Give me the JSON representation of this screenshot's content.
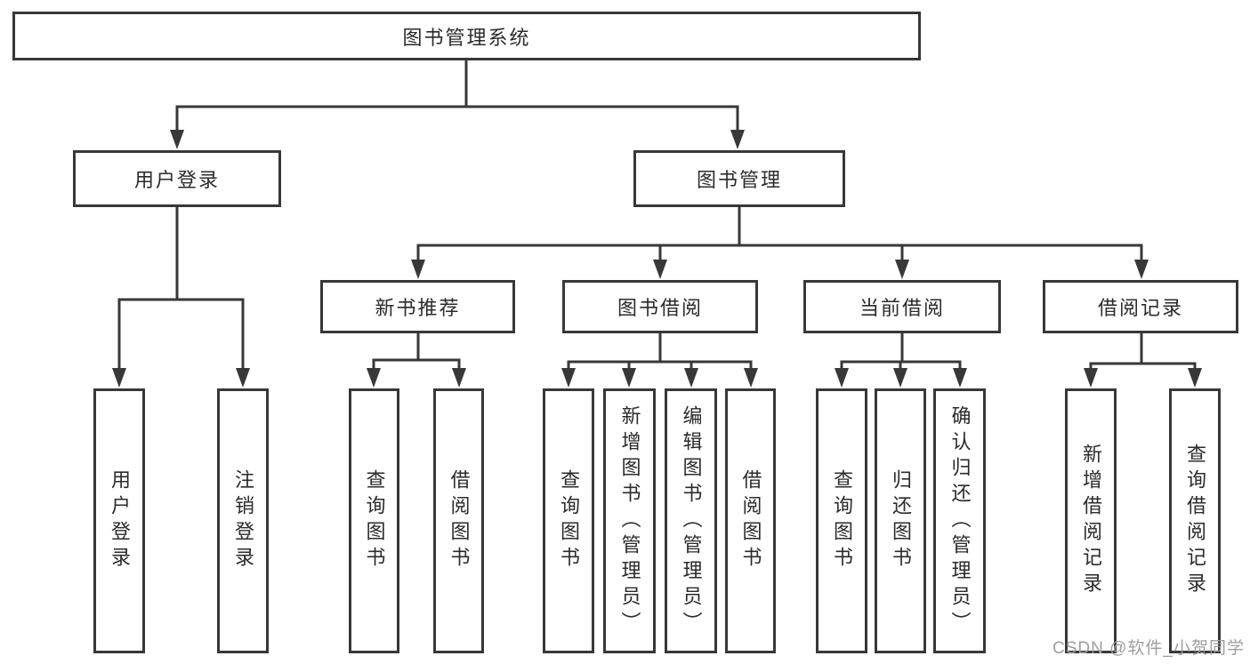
{
  "diagram": {
    "root": {
      "label": "图书管理系统"
    },
    "level2": [
      {
        "id": "user-login",
        "label": "用户登录"
      },
      {
        "id": "book-management",
        "label": "图书管理"
      }
    ],
    "level3": [
      {
        "id": "new-book-recommend",
        "label": "新书推荐"
      },
      {
        "id": "book-borrow",
        "label": "图书借阅"
      },
      {
        "id": "current-borrow",
        "label": "当前借阅"
      },
      {
        "id": "borrow-records",
        "label": "借阅记录"
      }
    ],
    "leaves": [
      {
        "id": "user-login-leaf",
        "label": "用户登录"
      },
      {
        "id": "logout-leaf",
        "label": "注销登录"
      },
      {
        "id": "nb-query-books",
        "label": "查询图书"
      },
      {
        "id": "nb-borrow-books",
        "label": "借阅图书"
      },
      {
        "id": "bb-query-books",
        "label": "查询图书"
      },
      {
        "id": "bb-add-books-admin",
        "label": "新增图书（管理员）"
      },
      {
        "id": "bb-edit-books-admin",
        "label": "编辑图书（管理员）"
      },
      {
        "id": "bb-borrow-books",
        "label": "借阅图书"
      },
      {
        "id": "cb-query-books",
        "label": "查询图书"
      },
      {
        "id": "cb-return-books",
        "label": "归还图书"
      },
      {
        "id": "cb-confirm-return-admin",
        "label": "确认归还（管理员）"
      },
      {
        "id": "br-add-record",
        "label": "新增借阅记录"
      },
      {
        "id": "br-query-record",
        "label": "查询借阅记录"
      }
    ]
  },
  "watermark": {
    "text": "CSDN @软件_小贺同学"
  },
  "colors": {
    "line": "#383838",
    "box_border": "#383838",
    "text": "#2b2b2b",
    "watermark": "#9e9e9e",
    "background": "#ffffff"
  }
}
